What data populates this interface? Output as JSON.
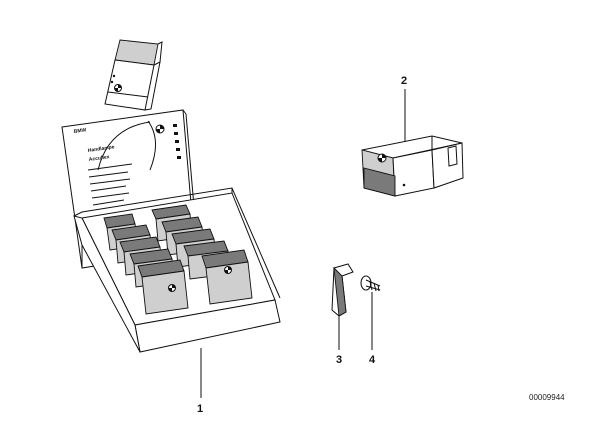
{
  "callouts": {
    "part1": "1",
    "part2": "2",
    "part3": "3",
    "part4": "4"
  },
  "box_lid_text": {
    "brand": "BMW",
    "title_line1": "Handlampe",
    "title_line2": "Accuflex"
  },
  "diagram_code": "00009944"
}
